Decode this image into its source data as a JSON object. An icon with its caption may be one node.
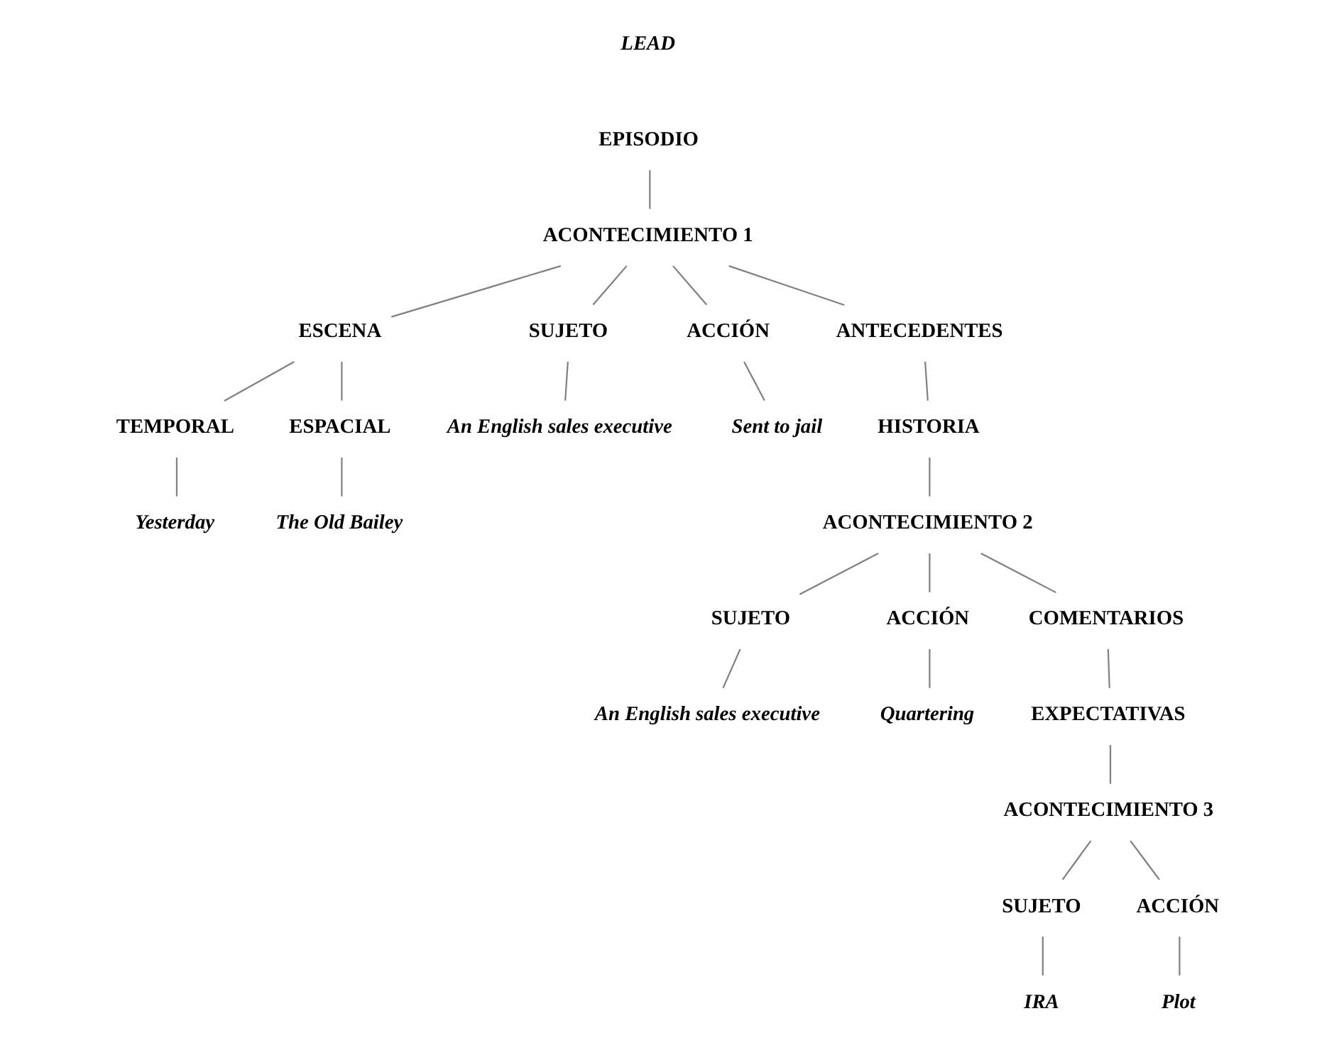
{
  "diagram": {
    "nodes": [
      {
        "text": [
          "EPISODIO"
        ]
      },
      {
        "text": [
          "ACONTECIMIENTO 1"
        ]
      },
      {
        "text": [
          "ESCENA"
        ]
      },
      {
        "text": [
          "SUJETO"
        ]
      },
      {
        "text": [
          "ACCIÓN"
        ]
      },
      {
        "text": [
          "ANTECEDENTES"
        ]
      },
      {
        "text": [
          "TEMPORAL"
        ]
      },
      {
        "text": [
          "ESPACIAL"
        ]
      },
      {
        "text": [
          "An English sales executive"
        ]
      },
      {
        "text": [
          "Sent to jail"
        ]
      },
      {
        "text": [
          "HISTORIA"
        ]
      },
      {
        "text": [
          "Yesterday"
        ]
      },
      {
        "text": [
          "The Old Bailey"
        ]
      },
      {
        "text": [
          "ACONTECIMIENTO 2"
        ]
      },
      {
        "text": [
          "SUJETO"
        ]
      },
      {
        "text": [
          "ACCIÓN"
        ]
      },
      {
        "text": [
          "COMENTARIOS"
        ]
      },
      {
        "text": [
          "An English sales executive"
        ]
      },
      {
        "text": [
          "Quartering"
        ]
      },
      {
        "text": [
          "EXPECTATIVAS"
        ]
      },
      {
        "text": [
          "ACONTECIMIENTO 3"
        ]
      },
      {
        "text": [
          "SUJETO"
        ]
      },
      {
        "text": [
          "ACCIÓN"
        ]
      },
      {
        "text": [
          "IRA"
        ]
      },
      {
        "text": [
          "Plot"
        ]
      }
    ],
    "edges": [
      {
        "from": 0,
        "to": 1,
        "arrow": "none"
      },
      {
        "from": 1,
        "to": 2,
        "arrow": "none"
      },
      {
        "from": 1,
        "to": 3,
        "arrow": "none"
      },
      {
        "from": 1,
        "to": 4,
        "arrow": "none"
      },
      {
        "from": 1,
        "to": 5,
        "arrow": "none"
      },
      {
        "from": 2,
        "to": 6,
        "arrow": "none"
      },
      {
        "from": 2,
        "to": 7,
        "arrow": "none"
      },
      {
        "from": 3,
        "to": 8,
        "arrow": "none"
      },
      {
        "from": 4,
        "to": 9,
        "arrow": "none"
      },
      {
        "from": 5,
        "to": 10,
        "arrow": "none"
      },
      {
        "from": 6,
        "to": 11,
        "arrow": "none"
      },
      {
        "from": 7,
        "to": 12,
        "arrow": "none"
      },
      {
        "from": 10,
        "to": 13,
        "arrow": "none"
      },
      {
        "from": 13,
        "to": 14,
        "arrow": "none"
      },
      {
        "from": 13,
        "to": 15,
        "arrow": "none"
      },
      {
        "from": 13,
        "to": 16,
        "arrow": "none"
      },
      {
        "from": 14,
        "to": 17,
        "arrow": "none"
      },
      {
        "from": 15,
        "to": 18,
        "arrow": "none"
      },
      {
        "from": 16,
        "to": 19,
        "arrow": "none"
      },
      {
        "from": 19,
        "to": 20,
        "arrow": "none"
      },
      {
        "from": 20,
        "to": 21,
        "arrow": "none"
      },
      {
        "from": 20,
        "to": 22,
        "arrow": "none"
      },
      {
        "from": 21,
        "to": 23,
        "arrow": "none"
      },
      {
        "from": 22,
        "to": 24,
        "arrow": "none"
      }
    ],
    "labels": [
      "LEAD"
    ]
  }
}
